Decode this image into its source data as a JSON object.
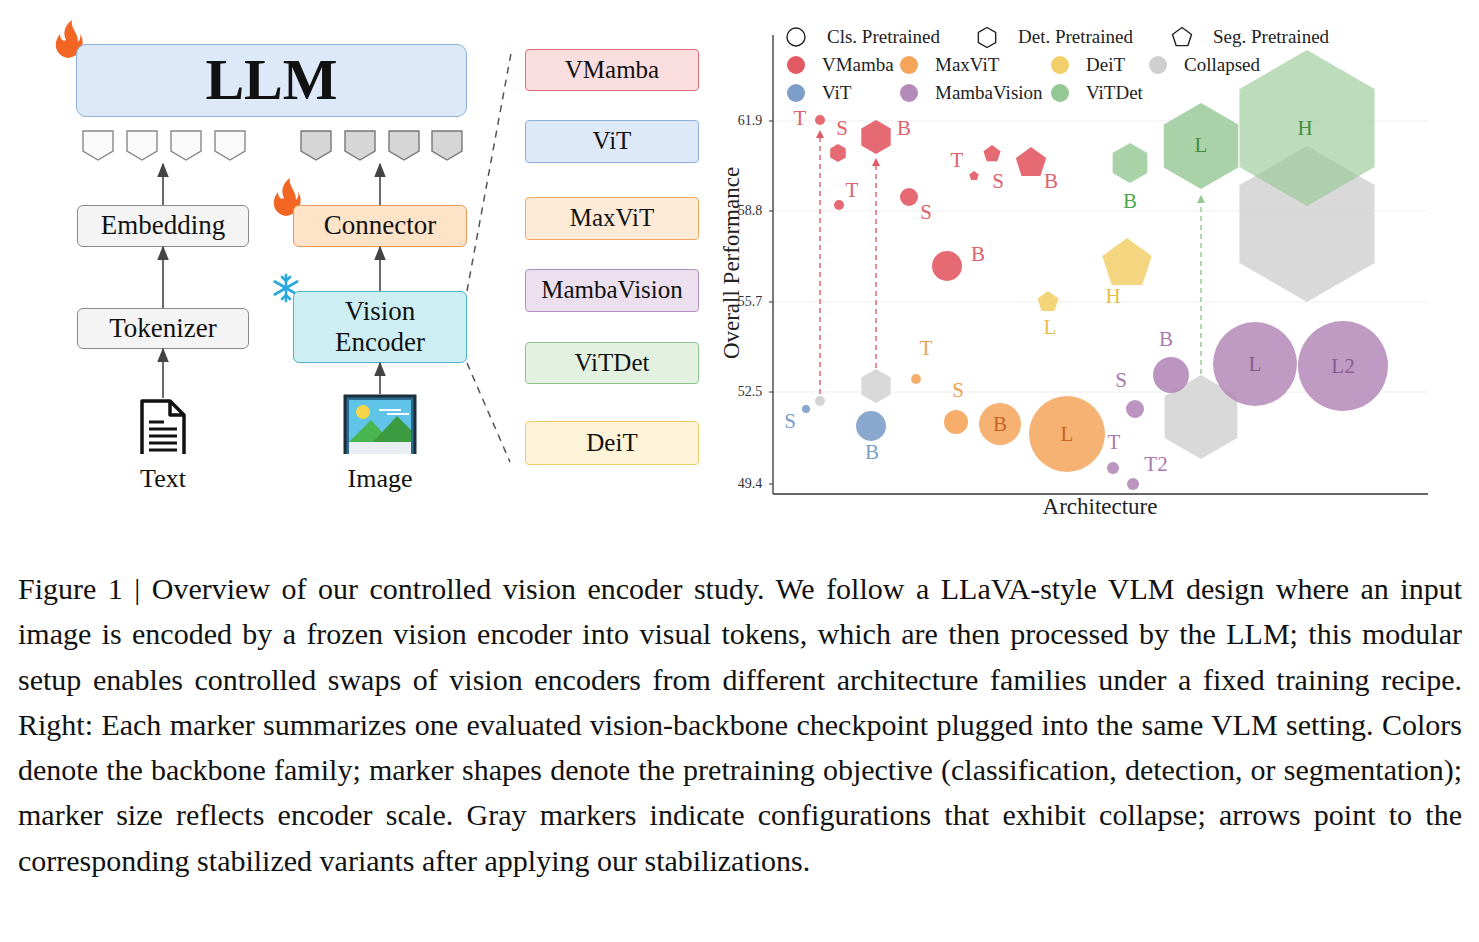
{
  "diagram": {
    "caption": "Figure 1 | Overview of our controlled vision encoder study. We follow a LLaVA-style VLM design where an input image is encoded by a frozen vision encoder into visual tokens, which are then processed by the LLM; this modular setup enables controlled swaps of vision encoders from different architecture families under a fixed training recipe. Right: Each marker summarizes one evaluated vision-backbone checkpoint plugged into the same VLM setting. Colors denote the backbone family; marker shapes denote the pretraining objective (classification, detection, or segmentation); marker size reflects encoder scale. Gray markers indicate configurations that exhibit collapse; arrows point to the corresponding stabilized variants after applying our stabilizations.",
    "nodes": [
      {
        "text": [
          "LLM"
        ]
      },
      {
        "text": [
          "Embedding"
        ]
      },
      {
        "text": [
          "Connector"
        ]
      },
      {
        "text": [
          "Tokenizer"
        ]
      },
      {
        "text": [
          "Vision Encoder"
        ]
      },
      {
        "text": [
          "Text"
        ]
      },
      {
        "text": [
          "Image"
        ]
      },
      {
        "text": [
          "VMamba"
        ]
      },
      {
        "text": [
          "ViT"
        ]
      },
      {
        "text": [
          "MaxViT"
        ]
      },
      {
        "text": [
          "MambaVision"
        ]
      },
      {
        "text": [
          "ViTDet"
        ]
      },
      {
        "text": [
          "DeiT"
        ]
      }
    ],
    "edges": [
      {
        "from": 3,
        "to": 1,
        "arrow": "to"
      },
      {
        "from": 5,
        "to": 3,
        "arrow": "to"
      },
      {
        "from": 4,
        "to": 2,
        "arrow": "to"
      },
      {
        "from": 6,
        "to": 4,
        "arrow": "to"
      }
    ],
    "labels": [
      "61.9",
      "58.8",
      "55.7",
      "52.5",
      "49.4",
      "Overall Performance",
      "Architecture",
      "T",
      "S",
      "B",
      "T",
      "S",
      "B",
      "T",
      "S",
      "B",
      "S",
      "B",
      "T",
      "S",
      "B",
      "L",
      "L",
      "H",
      "B",
      "S",
      "T",
      "T2",
      "L",
      "L2",
      "B",
      "L",
      "H"
    ],
    "legend": [
      {
        "text": "Cls. Pretrained"
      },
      {
        "text": "Det. Pretrained"
      },
      {
        "text": "Seg. Pretrained"
      },
      {
        "text": "VMamba",
        "color": "#e25a64"
      },
      {
        "text": "MaxViT",
        "color": "#f5a55a"
      },
      {
        "text": "DeiT",
        "color": "#f2cf6a"
      },
      {
        "text": "Collapsed",
        "color": "#cfcfcf"
      },
      {
        "text": "ViT",
        "color": "#7d9ec9"
      },
      {
        "text": "MambaVision",
        "color": "#b48ab8"
      },
      {
        "text": "ViTDet",
        "color": "#93c793"
      }
    ]
  }
}
